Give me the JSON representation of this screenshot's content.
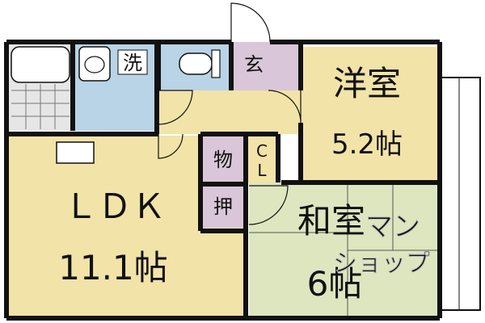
{
  "colors": {
    "ldk": "#f2e3a8",
    "yoshitsu": "#f2e3a8",
    "washitsu": "#dde6bf",
    "bath": "#e6e6e6",
    "wash": "#b9d4e6",
    "toilet": "#b9d4e6",
    "genkan": "#d9c6d8",
    "storage": "#d9c6d8",
    "hall": "#f2e3a8",
    "balcony": "#ffffff",
    "wall": "#111111"
  },
  "rooms": {
    "ldk": {
      "name": "ＬＤＫ",
      "size": "11.1帖"
    },
    "yoshitsu": {
      "name": "洋室",
      "size": "5.2帖"
    },
    "washitsu": {
      "name": "和室",
      "size": "6帖"
    }
  },
  "labels": {
    "wash": "洗",
    "genkan": "玄",
    "mono": "物",
    "oshi": "押",
    "cl": "C\nL"
  },
  "watermark": {
    "line1": "マン",
    "line2": "ショップ"
  }
}
